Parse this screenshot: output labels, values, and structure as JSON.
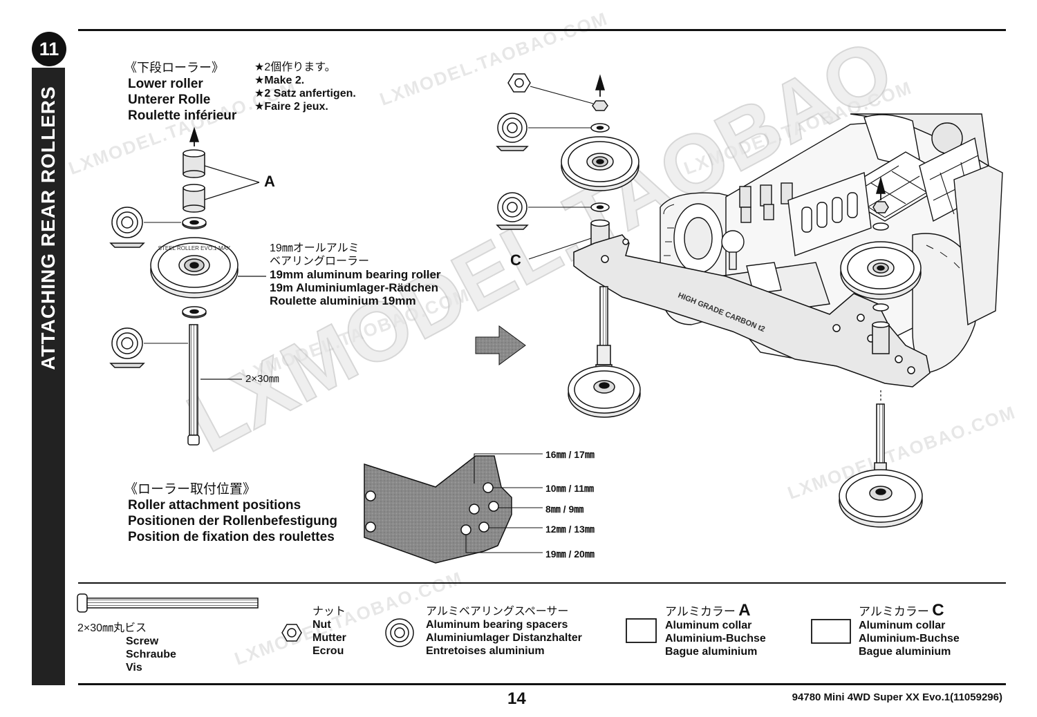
{
  "step": {
    "number": "11",
    "title": "ATTACHING REAR ROLLERS"
  },
  "lower_roller": {
    "lines": [
      "《下段ローラー》",
      "Lower roller",
      "Unterer Rolle",
      "Roulette inférieur"
    ]
  },
  "make_note": {
    "lines": [
      "★2個作ります。",
      "★Make 2.",
      "★2 Satz anfertigen.",
      "★Faire 2 jeux."
    ]
  },
  "callout_a": "A",
  "callout_c": "C",
  "bearing_roller": {
    "lines": [
      "19㎜オールアルミ",
      "ベアリングローラー",
      "19mm aluminum bearing roller",
      "19m Aluminiumlager-Rädchen",
      "Roulette aluminium 19mm"
    ]
  },
  "screw_size": "2×30㎜",
  "roller_positions": {
    "lines": [
      "《ローラー取付位置》",
      "Roller attachment positions",
      "Positionen der Rollenbefestigung",
      "Position de fixation des roulettes"
    ],
    "sizes": [
      "16㎜ / 17㎜",
      "10㎜ / 11㎜",
      "8㎜ / 9㎜",
      "12㎜ / 13㎜",
      "19㎜ / 20㎜"
    ]
  },
  "plate_text": "HIGH GRADE CARBON t2",
  "roller_rim_text": "STEEL ROLLER EVO.1 MAX",
  "parts": {
    "screw": {
      "jp": "2×30㎜丸ビス",
      "lines": [
        "Screw",
        "Schraube",
        "Vis"
      ]
    },
    "nut": {
      "jp": "ナット",
      "lines": [
        "Nut",
        "Mutter",
        "Ecrou"
      ]
    },
    "spacer": {
      "jp": "アルミベアリングスペーサー",
      "lines": [
        "Aluminum bearing spacers",
        "Aluminiumlager Distanzhalter",
        "Entretoises aluminium"
      ]
    },
    "collar_a": {
      "jp": "アルミカラー",
      "letter": "A",
      "lines": [
        "Aluminum collar",
        "Aluminium-Buchse",
        "Bague aluminium"
      ]
    },
    "collar_c": {
      "jp": "アルミカラー",
      "letter": "C",
      "lines": [
        "Aluminum collar",
        "Aluminium-Buchse",
        "Bague aluminium"
      ]
    }
  },
  "footer": {
    "page": "14",
    "code": "94780  Mini  4WD  Super  XX  Evo.1(11059296)"
  },
  "watermarks": [
    "LXMODEL.TAOBAO.COM",
    "LXMODEL.TAOBAO.COM",
    "LXMODEL.TAOBAO.COM",
    "LXMODEL.TAOBAO.COM",
    "LXMODEL.TAOBAO.COM",
    "LXMODEL.TAOBAO.COM",
    "LXMODEL.TAOBAO"
  ]
}
